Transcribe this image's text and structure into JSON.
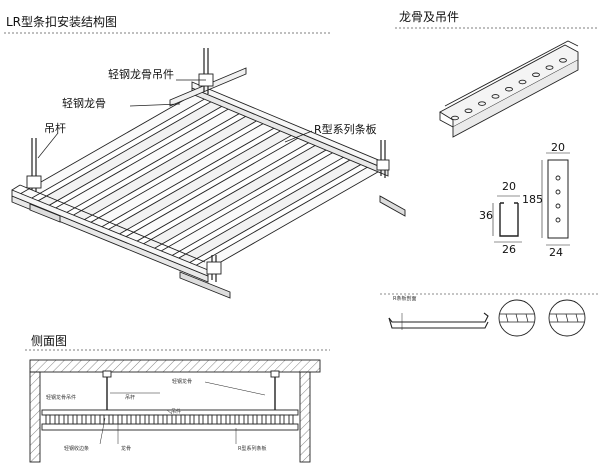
{
  "titles": {
    "main": "LR型条扣安装结构图",
    "keel": "龙骨及吊件",
    "section": "侧面图"
  },
  "callouts": {
    "hanger": "轻钢龙骨吊件",
    "keel": "轻钢龙骨",
    "rod": "吊杆",
    "panel": "R型系列条板"
  },
  "dimensions": {
    "channel_top": "20",
    "channel_height": "36",
    "channel_bottom": "26",
    "carrier_top": "20",
    "carrier_height": "185",
    "carrier_bottom": "24"
  },
  "small_text": {
    "profile_label": "R条板剖面",
    "sec_top": "轻钢龙骨",
    "sec_left": "轻钢龙骨吊件",
    "sec_rod": "吊杆",
    "sec_mid": "吊件",
    "sec_bottom_left": "轻钢收边条",
    "sec_bottom_mid": "龙骨",
    "sec_bottom_right": "R型系列条板"
  }
}
